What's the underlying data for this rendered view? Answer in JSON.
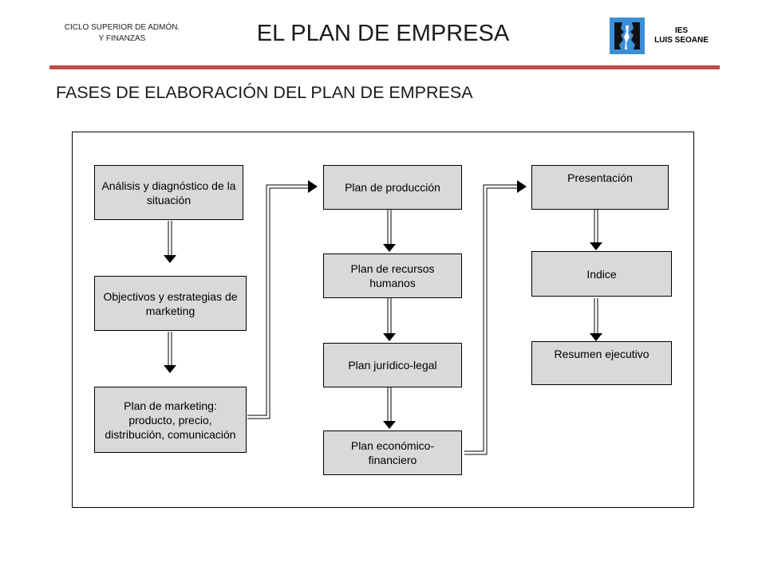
{
  "header": {
    "course_line1": "CICLO SUPERIOR DE ADMÓN.",
    "course_line2": "Y FINANZAS",
    "title": "EL PLAN DE EMPRESA",
    "school_line1": "IES",
    "school_line2": "LUIS SEOANE"
  },
  "subtitle": "FASES DE ELABORACIÓN DEL PLAN DE EMPRESA",
  "diagram": {
    "col1": [
      "Análisis y diagnóstico de la situación",
      "Objectivos y estrategias de marketing",
      "Plan de marketing: producto, precio, distribución, comunicación"
    ],
    "col2": [
      "Plan de producción",
      "Plan de recursos humanos",
      "Plan jurídico-legal",
      "Plan económico-financiero"
    ],
    "col3": [
      "Presentación",
      "Indice",
      "Resumen ejecutivo"
    ]
  },
  "colors": {
    "box_fill": "#d9d9d9",
    "rule": "#c24b4b",
    "logo_blue": "#3b8ed8"
  }
}
